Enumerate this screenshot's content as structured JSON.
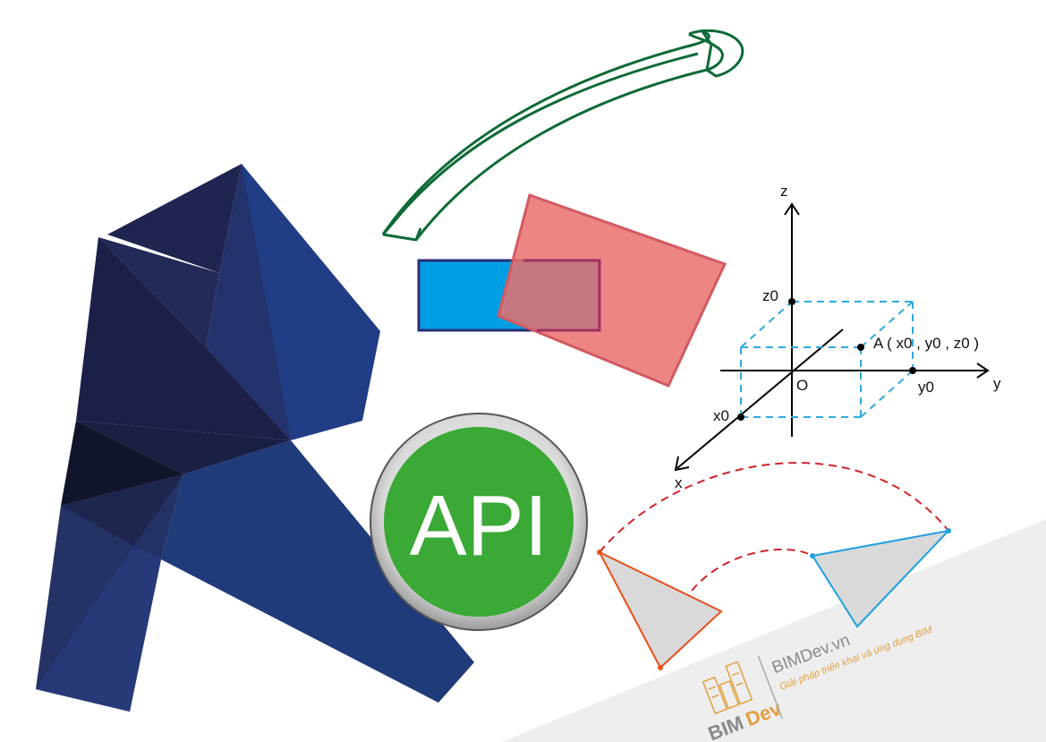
{
  "api_badge": {
    "label": "API"
  },
  "axes": {
    "z_label": "z",
    "y_label": "y",
    "x_label": "x",
    "origin_label": "O",
    "z0_label": "z0",
    "y0_label": "y0",
    "x0_label": "x0",
    "point_label": "A ( x0 , y0 , z0 )"
  },
  "brand": {
    "name": "BIMDev.vn",
    "tagline": "Giải pháp triển khai và ứng dụng BIM",
    "logo_text_bim": "BIM",
    "logo_text_dev": "Dev"
  },
  "colors": {
    "revit_dark": "#1d2245",
    "revit_blue": "#223f82",
    "api_green": "#3aa935",
    "arrow_green": "#0e6a36",
    "rect_blue": "#009fe3",
    "rect_red": "#e9706e",
    "tri_orange": "#e8501b",
    "tri_blue": "#1ea0e0",
    "arc_red": "#d2232a",
    "axis_dash": "#30a8e0"
  }
}
